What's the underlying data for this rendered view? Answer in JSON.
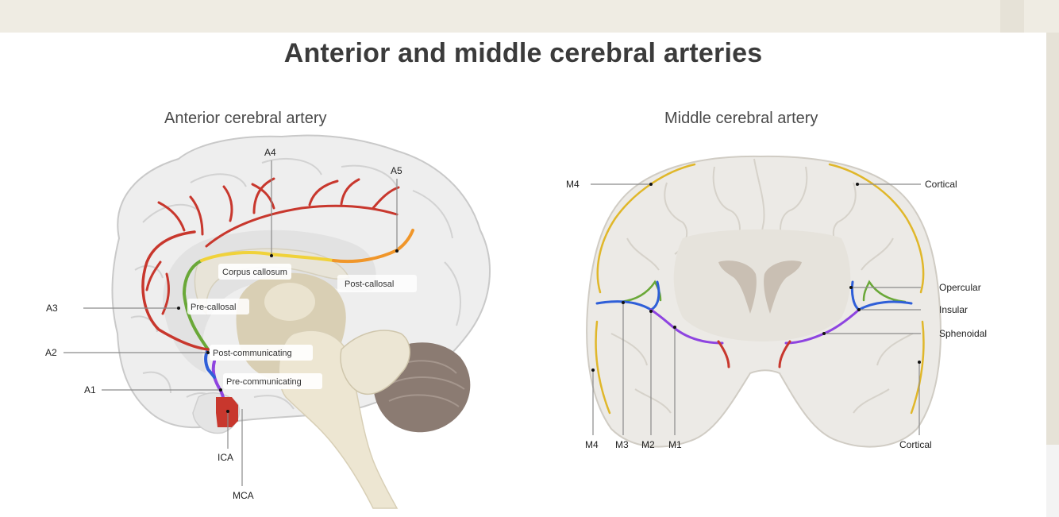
{
  "title": "Anterior and middle cerebral arteries",
  "left_panel": {
    "heading": "Anterior cerebral artery",
    "segments": {
      "a1": "A1",
      "a2": "A2",
      "a3": "A3",
      "a4": "A4",
      "a5": "A5",
      "ica": "ICA",
      "mca": "MCA"
    },
    "regions": {
      "corpus_callosum": "Corpus callosum",
      "post_callosal": "Post-callosal",
      "pre_callosal": "Pre-callosal",
      "post_communicating": "Post-communicating",
      "pre_communicating": "Pre-communicating"
    }
  },
  "right_panel": {
    "heading": "Middle cerebral artery",
    "labels": {
      "m4_top": "M4",
      "cortical_top": "Cortical",
      "opercular": "Opercular",
      "insular": "Insular",
      "sphenoidal": "Sphenoidal",
      "m4_bottom": "M4",
      "m3": "M3",
      "m2": "M2",
      "m1": "M1",
      "cortical_bottom": "Cortical"
    }
  },
  "colors": {
    "background": "#efece3",
    "a1_pre_communicating": "#8e44e0",
    "a2_post_communicating": "#2f5fd8",
    "a3_pre_callosal": "#6aa838",
    "a4_corpus_callosum": "#f0d23a",
    "a5_post_callosal": "#f0962a",
    "ica_mca": "#c8372d",
    "cortical_branches": "#e0b72a",
    "opercular": "#6aa838",
    "insular": "#2f5fd8",
    "sphenoidal": "#8e44e0"
  }
}
